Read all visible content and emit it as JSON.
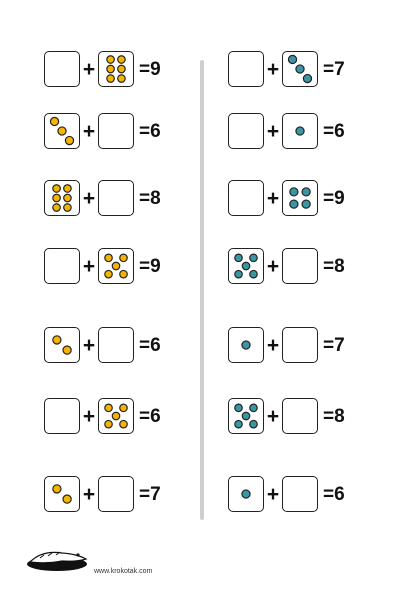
{
  "colors": {
    "orange": "#f4b400",
    "teal": "#3a96a3",
    "outline": "#222222"
  },
  "plus_sign": "+",
  "equations": [
    {
      "column": "left",
      "left_dots": 0,
      "right_dots": 6,
      "dot_color": "orange",
      "equals_text": "=9"
    },
    {
      "column": "left",
      "left_dots": 3,
      "right_dots": 0,
      "dot_color": "orange",
      "equals_text": "=6"
    },
    {
      "column": "left",
      "left_dots": 6,
      "right_dots": 0,
      "dot_color": "orange",
      "equals_text": "=8"
    },
    {
      "column": "left",
      "left_dots": 0,
      "right_dots": 5,
      "dot_color": "orange",
      "equals_text": "=9"
    },
    {
      "column": "left",
      "left_dots": 2,
      "right_dots": 0,
      "dot_color": "orange",
      "equals_text": "=6"
    },
    {
      "column": "left",
      "left_dots": 0,
      "right_dots": 5,
      "dot_color": "orange",
      "equals_text": "=6"
    },
    {
      "column": "left",
      "left_dots": 2,
      "right_dots": 0,
      "dot_color": "orange",
      "equals_text": "=7"
    },
    {
      "column": "right",
      "left_dots": 0,
      "right_dots": 3,
      "dot_color": "teal",
      "equals_text": "=7"
    },
    {
      "column": "right",
      "left_dots": 0,
      "right_dots": 1,
      "dot_color": "teal",
      "equals_text": "=6"
    },
    {
      "column": "right",
      "left_dots": 0,
      "right_dots": 4,
      "dot_color": "teal",
      "equals_text": "=9"
    },
    {
      "column": "right",
      "left_dots": 5,
      "right_dots": 0,
      "dot_color": "teal",
      "equals_text": "=8"
    },
    {
      "column": "right",
      "left_dots": 1,
      "right_dots": 0,
      "dot_color": "teal",
      "equals_text": "=7"
    },
    {
      "column": "right",
      "left_dots": 5,
      "right_dots": 0,
      "dot_color": "teal",
      "equals_text": "=8"
    },
    {
      "column": "right",
      "left_dots": 1,
      "right_dots": 0,
      "dot_color": "teal",
      "equals_text": "=6"
    }
  ],
  "footer": {
    "website": "www.krokotak.com"
  }
}
